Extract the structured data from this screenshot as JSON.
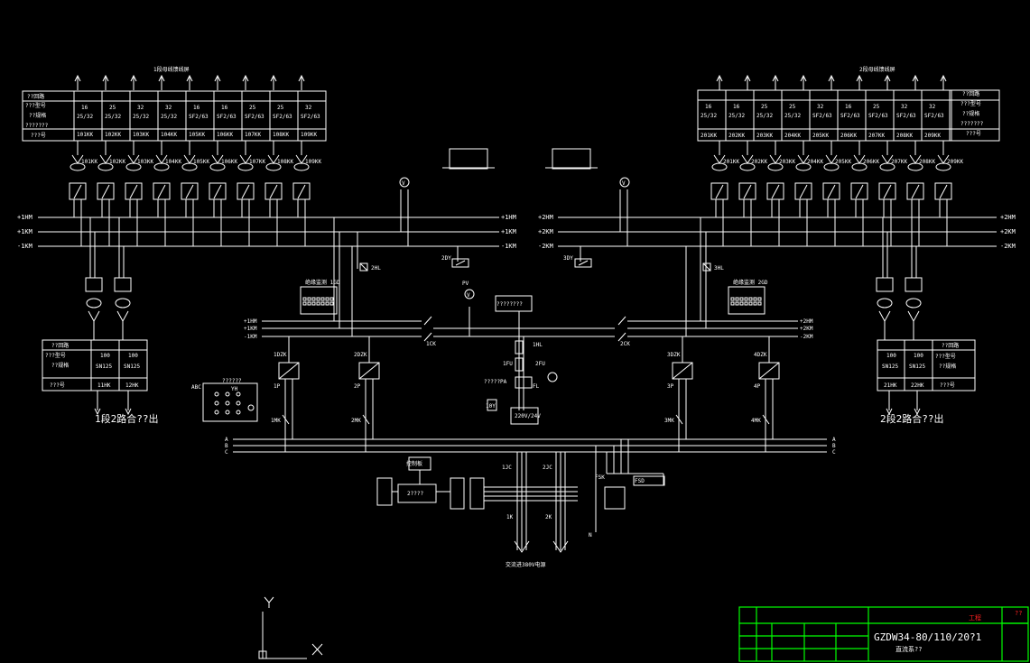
{
  "bus_labels": {
    "left": [
      "+1HM",
      "+1KM",
      "-1KM"
    ],
    "right": [
      "+2HM",
      "+2KM",
      "-2KM"
    ],
    "mid_left": [
      "+1HM",
      "+1KM",
      "-1KM"
    ],
    "mid_right": [
      "+2HM",
      "+2KM",
      "-2KM"
    ],
    "ac": [
      "A",
      "B",
      "C"
    ]
  },
  "group_titles": {
    "left": "1段母线馈线屏",
    "right": "2段母线馈线屏"
  },
  "left_feeder_table": {
    "row_labels": [
      "??回路",
      "???型号",
      "??规格",
      "???????",
      "???号"
    ],
    "ratings": [
      "16",
      "25",
      "32",
      "32",
      "16",
      "16",
      "25",
      "25",
      "32"
    ],
    "models": [
      "25/32",
      "25/32",
      "25/32",
      "25/32",
      "SF2/63",
      "SF2/63",
      "SF2/63",
      "SF2/63",
      "SF2/63"
    ],
    "ids": [
      "101KK",
      "102KK",
      "103KK",
      "104KK",
      "105KK",
      "106KK",
      "107KK",
      "108KK",
      "109KK"
    ]
  },
  "right_feeder_table": {
    "row_labels": [
      "??回路",
      "???型号",
      "??规格",
      "???????",
      "???号"
    ],
    "ratings": [
      "16",
      "16",
      "25",
      "25",
      "32",
      "16",
      "25",
      "32",
      "32"
    ],
    "models": [
      "25/32",
      "25/32",
      "25/32",
      "25/32",
      "SF2/63",
      "SF2/63",
      "SF2/63",
      "SF2/63",
      "SF2/63"
    ],
    "ids": [
      "201KK",
      "202KK",
      "203KK",
      "204KK",
      "205KK",
      "206KK",
      "207KK",
      "208KK",
      "209KK"
    ]
  },
  "left_breaker_tags": [
    "101KK",
    "102KK",
    "103KK",
    "104KK",
    "105KK",
    "106KK",
    "107KK",
    "108KK",
    "109KK"
  ],
  "right_breaker_tags": [
    "201KK",
    "202KK",
    "203KK",
    "204KK",
    "205KK",
    "206KK",
    "207KK",
    "208KK",
    "209KK"
  ],
  "left_bottom_table": {
    "row_labels": [
      "??回路",
      "???型号",
      "??规格",
      "???号"
    ],
    "ratings": [
      "100",
      "100"
    ],
    "models": [
      "SN125",
      "SN125"
    ],
    "ids": [
      "11HK",
      "12HK"
    ]
  },
  "right_bottom_table": {
    "row_labels": [
      "??回路",
      "???型号",
      "??规格",
      "???号"
    ],
    "ratings": [
      "100",
      "100"
    ],
    "models": [
      "SN125",
      "SN125"
    ],
    "ids": [
      "21HK",
      "22HK"
    ]
  },
  "left_outlet_caption": "1段2路合??出",
  "right_outlet_caption": "2段2路合??出",
  "mid_tags": {
    "hl1": "1HL",
    "hl2": "2HL",
    "hl3": "3HL",
    "dy1": "2DY",
    "dy2": "3DY",
    "ck1": "1CK",
    "ck2": "2CK",
    "insul1": "绝缘监测 1GD",
    "insul2": "绝缘监测 2GD",
    "pv": "PV",
    "monitor": "????????",
    "fu": "1FU",
    "fu_r": "2FU",
    "fl": "FL",
    "rack": "?????PA",
    "dy10": "10Y",
    "trans": "220V/24V"
  },
  "charger_tags": [
    "1DZK",
    "2DZK",
    "3DZK",
    "4DZK"
  ],
  "charger_p": [
    "1P",
    "2P",
    "3P",
    "4P"
  ],
  "charger_mk": [
    "1MK",
    "2MK",
    "3MK",
    "4MK"
  ],
  "lower_tags": {
    "c1": "1JC",
    "c2": "2JC",
    "k1": "1K",
    "k2": "2K",
    "fsk": "FSK",
    "fsd": "FSD",
    "n": "N",
    "ac_label": "交流进380V电源",
    "ctrl": "控制板",
    "relay_unit": "2????"
  },
  "abc_box": {
    "title": "ABC",
    "yh": "YH",
    "label": "??????"
  },
  "title_block": {
    "title": "GZDW34-80/110/20?1",
    "subtitle": "直流系??",
    "tag": "工程",
    "tag2": "??"
  },
  "axis": {
    "x": "X",
    "y": "Y"
  },
  "colors": {
    "line": "#ffffff",
    "frame": "#00ff00",
    "tag": "#ff2020",
    "bg": "#000000"
  }
}
